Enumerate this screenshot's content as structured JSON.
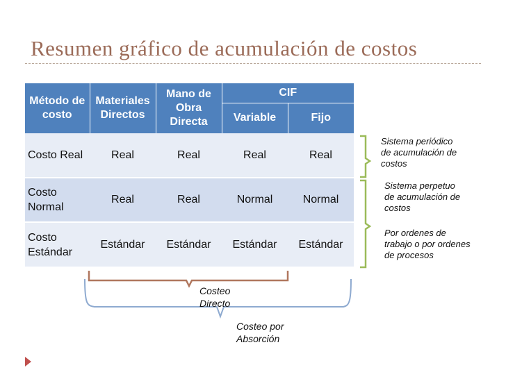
{
  "slide": {
    "title": "Resumen gráfico de acumulación de costos"
  },
  "table": {
    "headers": {
      "metodo": "Método de costo",
      "materiales": "Materiales Directos",
      "mano_obra": "Mano de Obra Directa",
      "cif": "CIF",
      "variable": "Variable",
      "fijo": "Fijo"
    },
    "rows": [
      {
        "label": "Costo Real",
        "cells": [
          "Real",
          "Real",
          "Real",
          "Real"
        ]
      },
      {
        "label": "Costo Normal",
        "cells": [
          "Real",
          "Real",
          "Normal",
          "Normal"
        ]
      },
      {
        "label": "Costo Estándar",
        "cells": [
          "Estándar",
          "Estándar",
          "Estándar",
          "Estándar"
        ]
      }
    ]
  },
  "annotations": {
    "sistema_periodico": "Sistema periódico de acumulación de costos",
    "sistema_perpetuo": "Sistema perpetuo de acumulación de costos",
    "por_ordenes": "Por ordenes de trabajo o por ordenes de procesos",
    "costeo_directo": "Costeo Directo",
    "costeo_absorcion": "Costeo por Absorción"
  },
  "colors": {
    "title": "#9b6b58",
    "header_bg": "#4f81bd",
    "row_light": "#e8edf6",
    "row_dark": "#d2dcee",
    "bracket_brown": "#b0775e",
    "bracket_blue": "#8eaad0",
    "bracket_green": "#9bbb59"
  }
}
